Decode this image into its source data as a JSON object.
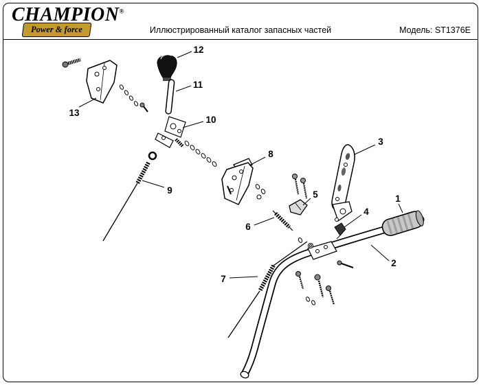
{
  "header": {
    "logo": {
      "brand": "CHAMPION",
      "registered": "®",
      "tagline": "Power & force"
    },
    "title": "Иллюстрированный каталог запасных частей",
    "model": "Модель: ST1376E"
  },
  "colors": {
    "banner_gold": "#c49a2f",
    "ink": "#000000"
  },
  "diagram": {
    "type": "exploded-parts-diagram",
    "callouts": [
      {
        "label": "1"
      },
      {
        "label": "2"
      },
      {
        "label": "3"
      },
      {
        "label": "4"
      },
      {
        "label": "5"
      },
      {
        "label": "6"
      },
      {
        "label": "7"
      },
      {
        "label": "8"
      },
      {
        "label": "9"
      },
      {
        "label": "10"
      },
      {
        "label": "11"
      },
      {
        "label": "12"
      },
      {
        "label": "13"
      }
    ]
  }
}
